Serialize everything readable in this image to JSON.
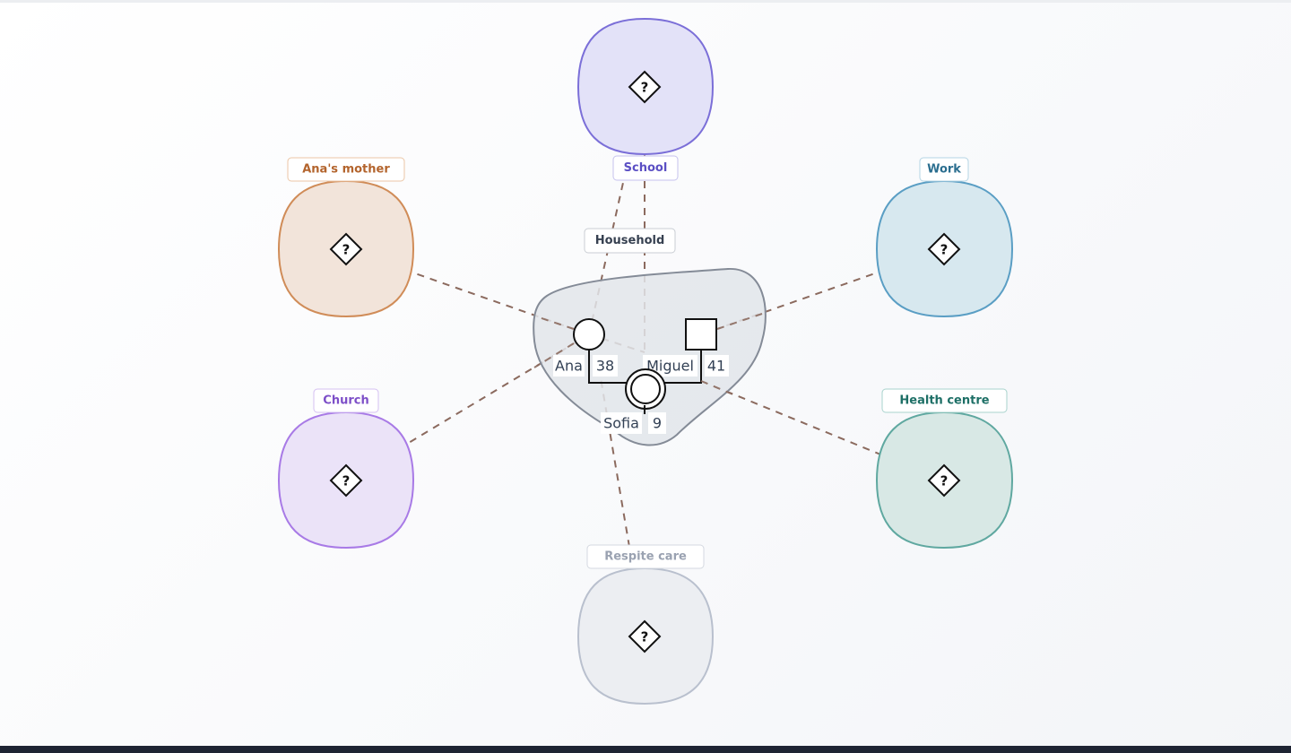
{
  "household": {
    "label": "Household"
  },
  "members": [
    {
      "id": "ana",
      "name": "Ana",
      "age": "38",
      "sex": "female"
    },
    {
      "id": "miguel",
      "name": "Miguel",
      "age": "41",
      "sex": "male"
    },
    {
      "id": "sofia",
      "name": "Sofia",
      "age": "9",
      "sex": "female",
      "index_person": true
    }
  ],
  "systems": [
    {
      "id": "school",
      "label": "School",
      "color": "#7b6fd8",
      "fill": "#e3e2f8",
      "label_color": "#5b4fc4",
      "connection_color": "#8b6a5e"
    },
    {
      "id": "anas-mother",
      "label": "Ana's mother",
      "color": "#d08c58",
      "fill": "#f2e4da",
      "label_color": "#b3642d",
      "connection_color": "#8b6a5e"
    },
    {
      "id": "work",
      "label": "Work",
      "color": "#5a9ec4",
      "fill": "#d7e8ef",
      "label_color": "#2b6e8f",
      "connection_color": "#8b6a5e"
    },
    {
      "id": "church",
      "label": "Church",
      "color": "#a87ae6",
      "fill": "#ebe3f8",
      "label_color": "#7d4fc8",
      "connection_color": "#8b6a5e"
    },
    {
      "id": "health-centre",
      "label": "Health centre",
      "color": "#5fa8a0",
      "fill": "#d8e8e5",
      "label_color": "#1d6f66",
      "connection_color": "#8b6a5e"
    },
    {
      "id": "respite-care",
      "label": "Respite care",
      "color": "#b9c0ce",
      "fill": "#eceef2",
      "label_color": "#9aa2b1",
      "connection_color": "#8b6a5e"
    }
  ],
  "unknown_marker": "?"
}
